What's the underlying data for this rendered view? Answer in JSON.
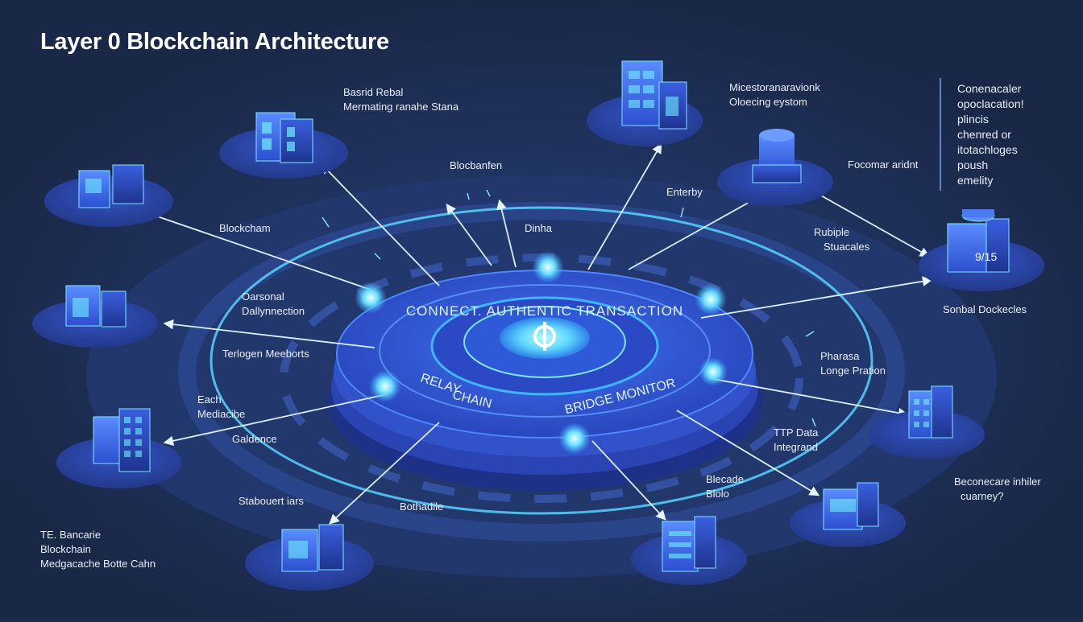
{
  "title": "Layer 0 Blockchain Architecture",
  "colors": {
    "background": "#1b2a4a",
    "accent": "#3fb6ff",
    "glow": "#7fe6ff",
    "platform": "#2e4fc8",
    "ring": "#2a3f88"
  },
  "core": {
    "ring_text_top": "CONNECT. AUTHENTIC TRANSACTION",
    "ring_text_left": "RELAY",
    "ring_text_left2": "CHAIN",
    "ring_text_right": "BRIDGE MONITOR"
  },
  "labels": {
    "basic_rebal": [
      "Basrid Rebal",
      "Mermating ranahe Stana"
    ],
    "blockchain_left": "Blockcham",
    "blockchain_top": "Blocbanfen",
    "data": "Dinha",
    "entery": "Enterby",
    "microstorage": [
      "Micestoranaravionk",
      "Oloecing eystom"
    ],
    "focmar": "Focomar aridnt",
    "ruble": [
      "Rubiple",
      "Stuacales"
    ],
    "sonbal": "Sonbal Dockecles",
    "personal": [
      "Oarsonal",
      "Dallynnection"
    ],
    "tertogen": "Terlogen Meeborts",
    "each": [
      "Each",
      "Mediacibe"
    ],
    "galdence": "Galdence",
    "pharasa": [
      "Pharasa",
      "Longe Pration"
    ],
    "tp_data": [
      "TTP Data",
      "Integrand"
    ],
    "bacade": [
      "Blecade",
      "Blolo"
    ],
    "stabourt": "Stabouert iars",
    "bothedule": "Bothadile",
    "bottom_left": [
      "TE. Bancarie",
      "Blockchain",
      "Medgacache Botte Cahn"
    ],
    "bottom_right": [
      "Beconecare inhiler",
      "cuarney?"
    ]
  },
  "side_note": [
    "Conenacaler",
    "opoclacation!",
    "plincis",
    "chenred or",
    "itotachloges",
    "poush",
    "emelity"
  ],
  "module_texts": {
    "pink_tile": "9/15"
  },
  "icons": [
    "gateway-tile-icon",
    "cube-server-icon",
    "server-rack-icon",
    "cylinder-database-icon",
    "tile-icon",
    "square-panel-icon",
    "storage-cube-icon",
    "building-tower-icon",
    "data-building-icon",
    "panel-screen-icon",
    "server-stack-icon",
    "warehouse-icon"
  ]
}
